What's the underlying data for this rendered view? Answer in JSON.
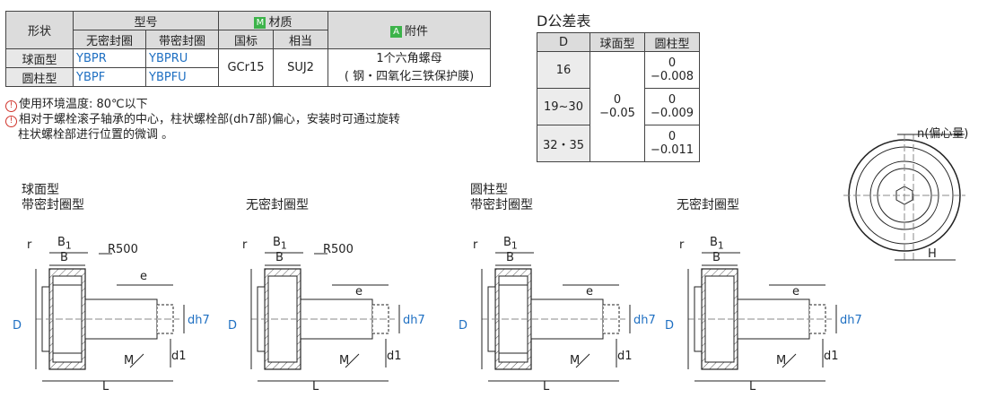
{
  "spec_table": {
    "shape_header": "形状",
    "model_header": "型号",
    "no_seal": "无密封圈",
    "with_seal": "带密封圈",
    "material_badge": "M",
    "material_header": "材质",
    "std_cn": "国标",
    "equivalent": "相当",
    "accessory_badge": "A",
    "accessory_header": "附件",
    "rows": [
      {
        "shape": "球面型",
        "no_seal": "YBPR",
        "with_seal": "YBPRU"
      },
      {
        "shape": "圆柱型",
        "no_seal": "YBPF",
        "with_seal": "YBPFU"
      }
    ],
    "material_cn": "GCr15",
    "material_eq": "SUJ2",
    "accessory_line1": "1个六角螺母",
    "accessory_line2": "( 钢・四氧化三铁保护膜)"
  },
  "notes": {
    "icon": "warning-icon",
    "line1": "使用环境温度: 80℃以下",
    "line2": "相对于螺栓滚子轴承的中心，柱状螺栓部(dh7部)偏心，安装时可通过旋转",
    "line3": "柱状螺栓部进行位置的微调 。"
  },
  "tolerance": {
    "title": "D公差表",
    "headers": [
      "D",
      "球面型",
      "圆柱型"
    ],
    "rows": [
      {
        "d": "16",
        "cyl_top": "0",
        "cyl_bot": "−0.008"
      },
      {
        "d": "19~30",
        "cyl_top": "0",
        "cyl_bot": "−0.009"
      },
      {
        "d": "32・35",
        "cyl_top": "0",
        "cyl_bot": "−0.011"
      }
    ],
    "sph_top": "0",
    "sph_bot": "−0.05"
  },
  "views": [
    {
      "line1": "球面型",
      "line2": "带密封圈型",
      "r500": "R500"
    },
    {
      "line1": "",
      "line2": "无密封圈型",
      "r500": "R500"
    },
    {
      "line1": "圆柱型",
      "line2": "带密封圈型",
      "r500": ""
    },
    {
      "line1": "",
      "line2": "无密封圈型",
      "r500": ""
    }
  ],
  "dims": {
    "r": "r",
    "b1": "B",
    "b1_sub": "1",
    "b": "B",
    "e": "e",
    "D": "D",
    "d1": "d1",
    "dh7": "dh7",
    "M": "M",
    "L": "L"
  },
  "end_view": {
    "ecc": "n(偏心量)",
    "H": "H"
  }
}
